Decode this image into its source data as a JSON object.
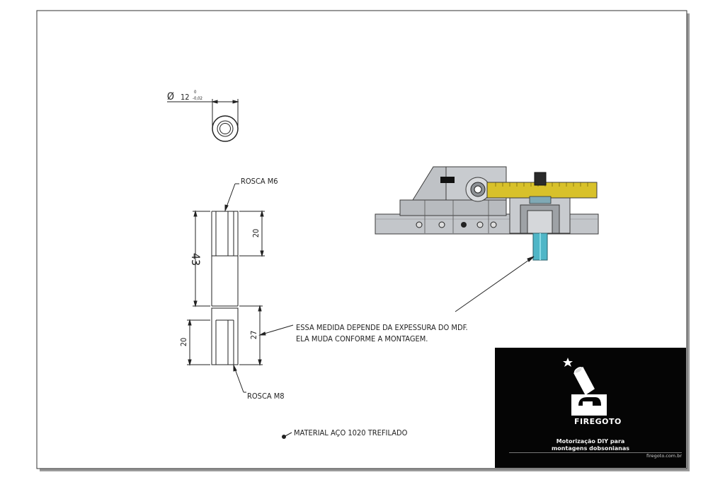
{
  "drawing": {
    "diameter_symbol": "Ø",
    "diameter_value": "12",
    "tolerance_upper": "0",
    "tolerance_lower": "-0,02",
    "thread_top": "ROSCA M6",
    "thread_bottom": "ROSCA M8",
    "dim_total": "43",
    "dim_top_slot": "20",
    "dim_bottom_slot": "20",
    "dim_bottom_length": "27",
    "note_line1": "ESSA MEDIDA DEPENDE DA EXPESSURA DO MDF.",
    "note_line2": "ELA MUDA CONFORME A MONTAGEM.",
    "material": "MATERIAL AÇO 1020 TREFILADO"
  },
  "title_block": {
    "brand": "FIREGOTO",
    "tagline_line1": "Motorização DIY para",
    "tagline_line2": "montagens dobsonianas",
    "website": "firegoto.com.br"
  },
  "colors": {
    "paper": "#ffffff",
    "line": "#222222",
    "title_block_bg": "#050505",
    "part_highlight": "#4fb6c7",
    "ruler_yellow": "#d8c12a",
    "metal_gray": "#c9ccd0"
  }
}
